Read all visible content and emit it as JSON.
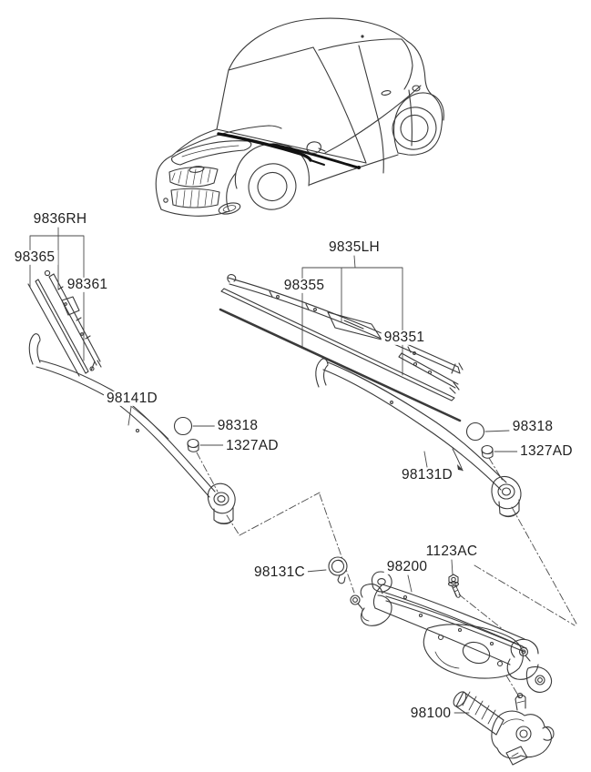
{
  "diagram": {
    "colors": {
      "background": "#ffffff",
      "line": "#3a3a3a",
      "dash_line": "#4a4a4a",
      "text": "#1f1f1f",
      "wiper_black": "#121212"
    },
    "callouts": {
      "blade_assy_rh": {
        "text": "9836RH"
      },
      "blade_rubber_rh": {
        "text": "98365"
      },
      "blade_rh": {
        "text": "98361"
      },
      "blade_assy_lh": {
        "text": "9835LH"
      },
      "blade_rubber_lh": {
        "text": "98355"
      },
      "blade_lh": {
        "text": "98351"
      },
      "wiper_arm_driver": {
        "text": "98141D"
      },
      "pivot_cap_driver": {
        "text": "98318"
      },
      "arm_nut_driver": {
        "text": "1327AD"
      },
      "wiper_arm_passenger": {
        "text": "98131D"
      },
      "pivot_cap_passenger": {
        "text": "98318"
      },
      "arm_nut_passenger": {
        "text": "1327AD"
      },
      "crank_cap": {
        "text": "98131C"
      },
      "linkage_assy": {
        "text": "98200"
      },
      "mount_bolt": {
        "text": "1123AC"
      },
      "wiper_motor": {
        "text": "98100"
      }
    }
  }
}
